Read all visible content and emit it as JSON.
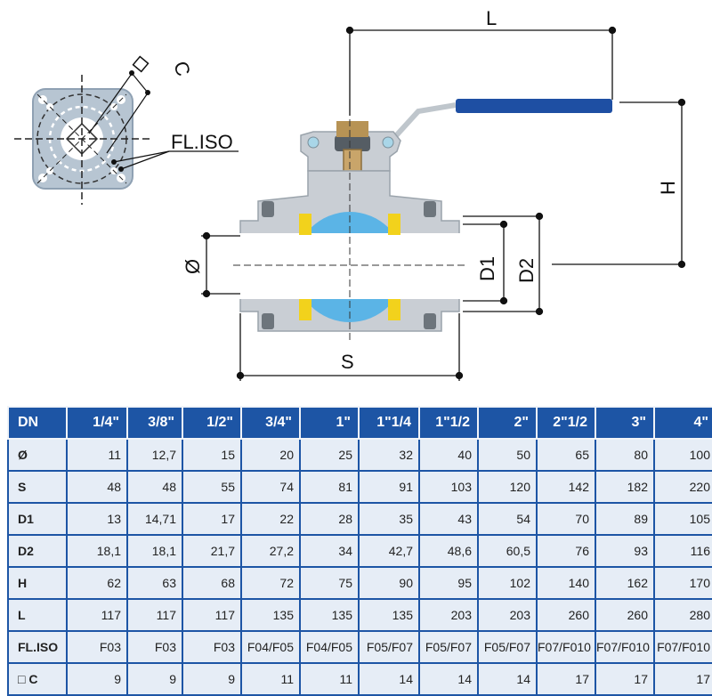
{
  "labels": {
    "L": "L",
    "H": "H",
    "D1": "D1",
    "D2": "D2",
    "S": "S",
    "phi": "Ø",
    "C": "C",
    "fliso": "FL.ISO"
  },
  "table": {
    "columns": [
      "DN",
      "1/4\"",
      "3/8\"",
      "1/2\"",
      "3/4\"",
      "1\"",
      "1\"1/4",
      "1\"1/2",
      "2\"",
      "2\"1/2",
      "3\"",
      "4\""
    ],
    "rows": [
      {
        "label": "Ø",
        "values": [
          "11",
          "12,7",
          "15",
          "20",
          "25",
          "32",
          "40",
          "50",
          "65",
          "80",
          "100"
        ]
      },
      {
        "label": "S",
        "values": [
          "48",
          "48",
          "55",
          "74",
          "81",
          "91",
          "103",
          "120",
          "142",
          "182",
          "220"
        ]
      },
      {
        "label": "D1",
        "values": [
          "13",
          "14,71",
          "17",
          "22",
          "28",
          "35",
          "43",
          "54",
          "70",
          "89",
          "105"
        ]
      },
      {
        "label": "D2",
        "values": [
          "18,1",
          "18,1",
          "21,7",
          "27,2",
          "34",
          "42,7",
          "48,6",
          "60,5",
          "76",
          "93",
          "116"
        ]
      },
      {
        "label": "H",
        "values": [
          "62",
          "63",
          "68",
          "72",
          "75",
          "90",
          "95",
          "102",
          "140",
          "162",
          "170"
        ]
      },
      {
        "label": "L",
        "values": [
          "117",
          "117",
          "117",
          "135",
          "135",
          "135",
          "203",
          "203",
          "260",
          "260",
          "280"
        ]
      },
      {
        "label": "FL.ISO",
        "values": [
          "F03",
          "F03",
          "F03",
          "F04/F05",
          "F04/F05",
          "F05/F07",
          "F05/F07",
          "F05/F07",
          "F07/F010",
          "F07/F010",
          "F07/F010"
        ]
      },
      {
        "label": "□ C",
        "values": [
          "9",
          "9",
          "9",
          "11",
          "11",
          "14",
          "14",
          "14",
          "17",
          "17",
          "17"
        ]
      }
    ]
  },
  "colors": {
    "header_blue": "#1d55a5",
    "row_bg": "#e6edf6",
    "handle_blue": "#1e4fa3",
    "body_grey": "#c9ced4",
    "ball_blue": "#5bb4e6",
    "seat_yellow": "#f2d21c",
    "stem_brass": "#c9a56a"
  }
}
